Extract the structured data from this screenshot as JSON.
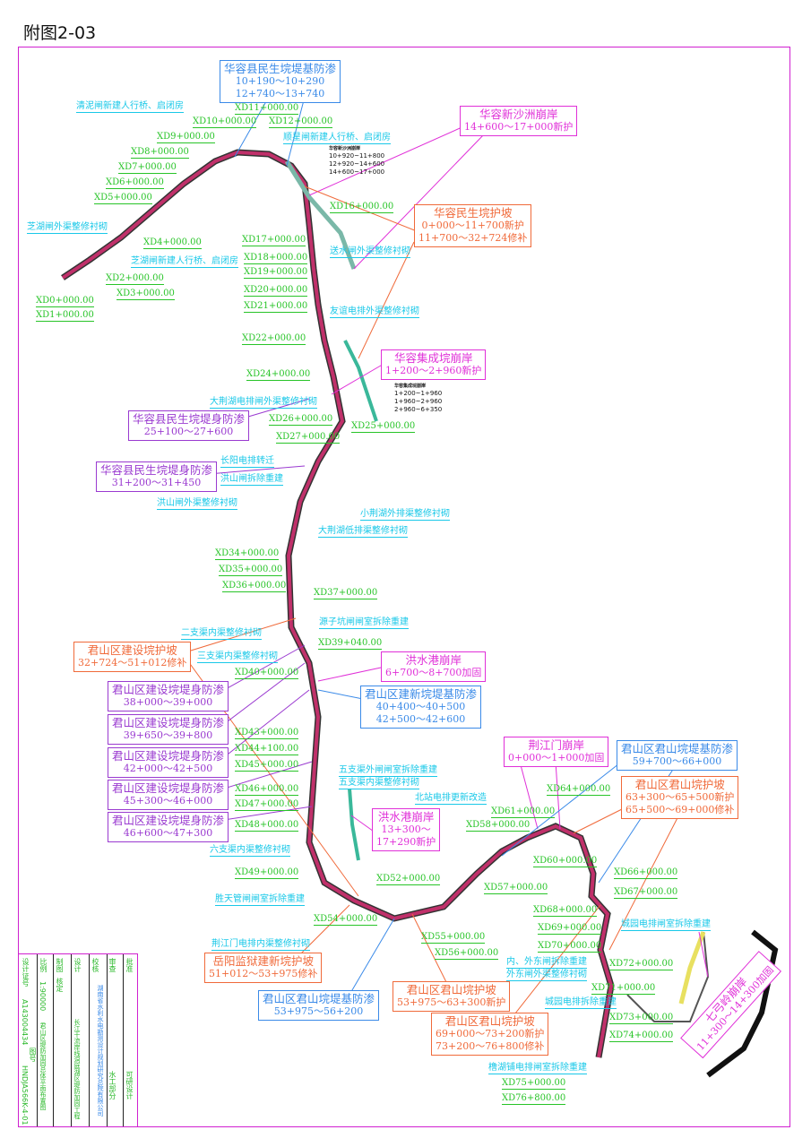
{
  "title": "附图2-03",
  "colors": {
    "frame": "#d020d0",
    "station": "#28c428",
    "facility": "#19c8e8",
    "route": "#c0306a",
    "orange": "#f06a3a",
    "blue": "#3a8ae8",
    "purple": "#9a3ad0",
    "magenta": "#e030d8"
  },
  "boxes": [
    {
      "lines": [
        "华容县民生垸堤基防渗",
        "10+190～10+290",
        "12+740～13+740"
      ],
      "color": "blue"
    },
    {
      "lines": [
        "华容新沙洲崩岸",
        "14+600～17+000新护"
      ],
      "color": "magenta"
    },
    {
      "lines": [
        "华容民生垸护坡",
        "0+000～11+700新护",
        "11+700～32+724修补"
      ],
      "color": "orange"
    },
    {
      "lines": [
        "华容集成垸崩岸",
        "1+200～2+960新护"
      ],
      "color": "magenta"
    },
    {
      "lines": [
        "华容县民生垸堤身防渗",
        "25+100～27+600"
      ],
      "color": "purple"
    },
    {
      "lines": [
        "华容县民生垸堤身防渗",
        "31+200～31+450"
      ],
      "color": "purple"
    },
    {
      "lines": [
        "君山区建设垸护坡",
        "32+724～51+012修补"
      ],
      "color": "orange"
    },
    {
      "lines": [
        "洪水港崩岸",
        "6+700～8+700加固"
      ],
      "color": "magenta"
    },
    {
      "lines": [
        "君山区建新垸堤基防渗",
        "40+400～40+500",
        "42+500～42+600"
      ],
      "color": "blue"
    },
    {
      "lines": [
        "君山区建设垸堤身防渗",
        "38+000～39+000"
      ],
      "color": "purple"
    },
    {
      "lines": [
        "君山区建设垸堤身防渗",
        "39+650～39+800"
      ],
      "color": "purple"
    },
    {
      "lines": [
        "君山区建设垸堤身防渗",
        "42+000～42+500"
      ],
      "color": "purple"
    },
    {
      "lines": [
        "君山区建设垸堤身防渗",
        "45+300～46+000"
      ],
      "color": "purple"
    },
    {
      "lines": [
        "君山区建设垸堤身防渗",
        "46+600～47+300"
      ],
      "color": "purple"
    },
    {
      "lines": [
        "荆江门崩岸",
        "0+000～1+000加固"
      ],
      "color": "magenta"
    },
    {
      "lines": [
        "君山区君山垸堤基防渗",
        "59+700～66+000"
      ],
      "color": "blue"
    },
    {
      "lines": [
        "君山区君山垸护坡",
        "63+300～65+500新护",
        "65+500～69+000修补"
      ],
      "color": "orange"
    },
    {
      "lines": [
        "洪水港崩岸",
        "13+300～",
        "17+290新护"
      ],
      "color": "magenta"
    },
    {
      "lines": [
        "岳阳监狱建新垸护坡",
        "51+012～53+975修补"
      ],
      "color": "orange"
    },
    {
      "lines": [
        "君山区君山垸堤基防渗",
        "53+975～56+200"
      ],
      "color": "blue"
    },
    {
      "lines": [
        "君山区君山垸护坡",
        "53+975～63+300新护"
      ],
      "color": "orange"
    },
    {
      "lines": [
        "君山区君山垸护坡",
        "69+000～73+200新护",
        "73+200～76+800修补"
      ],
      "color": "orange"
    },
    {
      "lines": [
        "七弓岭崩岸",
        "11+300～14+300加固"
      ],
      "color": "magenta"
    }
  ],
  "facilities": [
    "清泥闸新建人行桥、启闭房",
    "顺星闸新建人行桥、启闭房",
    "芝湖闸外渠整修衬砌",
    "芝湖闸新建人行桥、启闭房",
    "送水闸外渠整修衬砌",
    "友谊电排外渠整修衬砌",
    "大荆湖电排闸外渠整修衬砌",
    "长阳电排转迁",
    "洪山闸拆除重建",
    "洪山闸外渠整修衬砌",
    "小荆湖外排渠整修衬砌",
    "大荆湖低排渠整修衬砌",
    "源子坑闸闸室拆除重建",
    "二支渠内渠整修衬砌",
    "三支渠内渠整修衬砌",
    "五支渠外闸闸室拆除重建",
    "五支渠内渠整修衬砌",
    "北站电排更新改造",
    "六支渠内渠整修衬砌",
    "胜天管闸闸室拆除重建",
    "荆江门电排内渠整修衬砌",
    "城园电排闸室拆除重建",
    "内、外东闸拆除重建",
    "外东闸外渠整修衬砌",
    "城园电排拆除重建",
    "橹湖铺电排闸室拆除重建"
  ],
  "stations": [
    "XD0+000.00",
    "XD1+000.00",
    "XD2+000.00",
    "XD3+000.00",
    "XD4+000.00",
    "XD5+000.00",
    "XD6+000.00",
    "XD7+000.00",
    "XD8+000.00",
    "XD9+000.00",
    "XD10+000.00",
    "XD11+000.00",
    "XD12+000.00",
    "XD16+000.00",
    "XD17+000.00",
    "XD18+000.00",
    "XD19+000.00",
    "XD20+000.00",
    "XD21+000.00",
    "XD22+000.00",
    "XD24+000.00",
    "XD25+000.00",
    "XD26+000.00",
    "XD27+000.00",
    "XD34+000.00",
    "XD35+000.00",
    "XD36+000.00",
    "XD37+000.00",
    "XD39+040.00",
    "XD40+000.00",
    "XD43+000.00",
    "XD44+100.00",
    "XD45+000.00",
    "XD46+000.00",
    "XD47+000.00",
    "XD48+000.00",
    "XD49+000.00",
    "XD52+000.00",
    "XD54+000.00",
    "XD55+000.00",
    "XD56+000.00",
    "XD57+000.00",
    "XD58+000.00",
    "XD60+000.00",
    "XD61+000.00",
    "XD64+000.00",
    "XD66+000.00",
    "XD67+000.00",
    "XD68+000.00",
    "XD69+000.00",
    "XD70+000.00",
    "XD71+000.00",
    "XD72+000.00",
    "XD73+000.00",
    "XD74+000.00",
    "XD75+000.00",
    "XD76+800.00"
  ],
  "legends": [
    {
      "title": "华容新沙洲崩岸",
      "lines": [
        "10+920~11+800",
        "12+920~14+600",
        "14+600~17+000"
      ]
    },
    {
      "title": "华容集成垸崩岸",
      "lines": [
        "1+200~1+960",
        "1+960~2+960",
        "2+960~6+350"
      ]
    }
  ],
  "title_block": {
    "company": "湖南省水利水电勘测设计规划研究总院有限公司",
    "stage": "可研设计",
    "department": "水工部分",
    "project": "长江干流岸线洞庭湖区堤防加固工程",
    "drawing_name": "君山区堤防加固总体平面布置图",
    "approved": "批准",
    "reviewed": "核定",
    "checked": "审查",
    "verified": "校核",
    "designed": "设计",
    "drawn": "制图",
    "scale_label": "比例",
    "scale": "1:90000",
    "cert_label": "设计证号",
    "cert": "A143004434",
    "drawing_no_label": "图号",
    "drawing_no": "HNDJA566K-4-01"
  }
}
